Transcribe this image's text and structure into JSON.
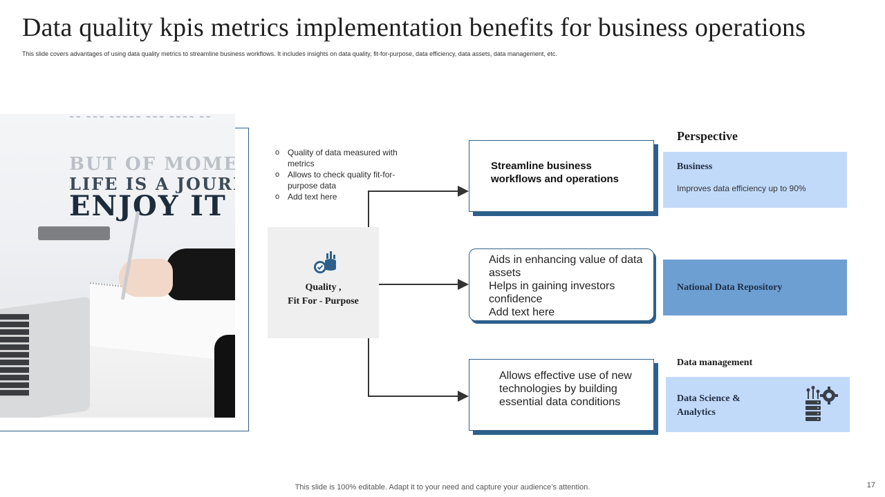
{
  "title": "Data quality kpis metrics implementation benefits for business operations",
  "subtitle": "This slide covers advantages of using data quality metrics to streamline business workflows. It includes insights on data quality, fit-for-purpose, data efficiency, data assets, data management, etc.",
  "photo": {
    "wall_lines": [
      "BUT OF MOMENT",
      "LIFE IS A JOURNEY",
      "ENJOY IT"
    ]
  },
  "center": {
    "icon": "database-quality-badge-icon",
    "label_line1": "Quality ,",
    "label_line2": "Fit For -  Purpose"
  },
  "bullets": [
    "Quality of data measured with metrics",
    "Allows to check quality fit-for-purpose  data",
    "Add text here"
  ],
  "cards": [
    {
      "text": "Streamline business workflows and operations"
    },
    {
      "lines": [
        "Aids in enhancing value  of data assets",
        "Helps in gaining investors confidence",
        "Add text here"
      ]
    },
    {
      "text": "Allows effective use of new technologies by building essential data conditions"
    }
  ],
  "perspective_heading": "Perspective",
  "panels": [
    {
      "title": "Business",
      "body": "Improves  data efficiency up to 90%",
      "color": "#c2dafa"
    },
    {
      "title": "National Data Repository",
      "color": "#6d9fd2"
    },
    {
      "title": "Data Science & Analytics",
      "icon": "server-gear-icon",
      "color": "#c2dafa"
    }
  ],
  "data_management_heading": "Data management",
  "colors": {
    "accent": "#2d5f8b",
    "connector": "#333333"
  },
  "footer": "This slide is 100% editable. Adapt it to your need and capture your audience’s attention.",
  "page_number": "17"
}
